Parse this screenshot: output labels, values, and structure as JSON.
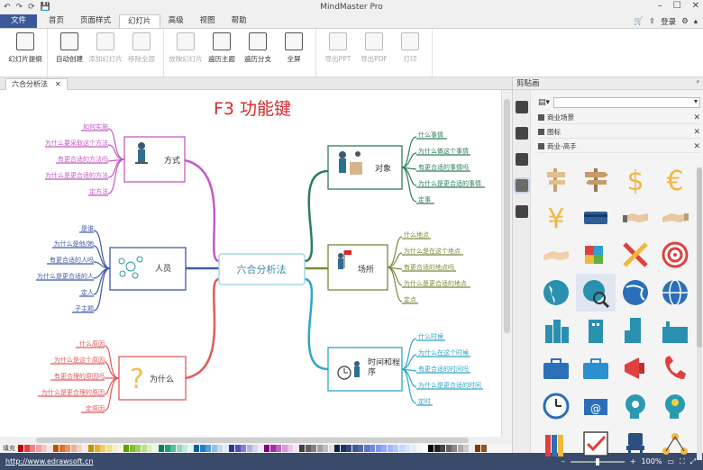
{
  "app": {
    "title": "MindMaster Pro",
    "quick_access": [
      "↶",
      "↷",
      "⟳",
      "💾"
    ]
  },
  "menu": {
    "tabs": [
      "文件",
      "首页",
      "页面样式",
      "幻灯片",
      "高级",
      "视图",
      "帮助"
    ],
    "active": "幻灯片",
    "login_label": "登录"
  },
  "ribbon": {
    "groups": [
      [
        {
          "label": "幻灯片提纲",
          "enabled": true
        }
      ],
      [
        {
          "label": "自动创建",
          "enabled": true
        },
        {
          "label": "添加幻灯片",
          "enabled": false
        },
        {
          "label": "移除全部",
          "enabled": false
        }
      ],
      [
        {
          "label": "放映幻灯片",
          "enabled": false
        },
        {
          "label": "遍历主题",
          "enabled": true
        },
        {
          "label": "遍历分支",
          "enabled": true
        },
        {
          "label": "全屏",
          "enabled": true
        }
      ],
      [
        {
          "label": "导出PPT",
          "enabled": false
        },
        {
          "label": "导出PDF",
          "enabled": false
        },
        {
          "label": "打印",
          "enabled": false
        }
      ]
    ]
  },
  "document": {
    "tab_label": "六合分析法",
    "close_glyph": "✕",
    "banner": "F3 功能键",
    "center": "六合分析法",
    "branches": {
      "method": {
        "title": "方式",
        "items": [
          "如何实施",
          "为什么要采取这个方法",
          "有更合适的方法吗",
          "为什么是更合适的方法",
          "定方法"
        ]
      },
      "people": {
        "title": "人员",
        "items": [
          "是谁",
          "为什么是他/她",
          "有更合适的人吗",
          "为什么是更合适的人",
          "定人",
          "子主题"
        ]
      },
      "why": {
        "title": "为什么",
        "items": [
          "什么原因",
          "为什么是这个原因",
          "有更合理的原因吗",
          "为什么是更合理的原因",
          "定原因"
        ]
      },
      "object": {
        "title": "对象",
        "items": [
          "什么事情",
          "为什么做这个事情",
          "有更合适的事情吗",
          "为什么是更合适的事情",
          "定事"
        ]
      },
      "place": {
        "title": "场所",
        "items": [
          "什么地点",
          "为什么是在这个地点",
          "有更合适的地点吗",
          "为什么是更合适的地点",
          "定点"
        ]
      },
      "time": {
        "title": "时间和程序",
        "items": [
          "什么时候",
          "为什么在这个时候",
          "有更合适的时间吗",
          "为什么是更合适的时间",
          "定时"
        ]
      }
    }
  },
  "palette": {
    "label": "填充",
    "colors": [
      "#c00000",
      "#e04040",
      "#f08080",
      "#f0a0a0",
      "#f6c7c7",
      "#fbe2e2",
      "#c05000",
      "#e07030",
      "#f09060",
      "#f0b090",
      "#f6d1bf",
      "#fbe8df",
      "#c09000",
      "#e0b030",
      "#f0d060",
      "#f0e090",
      "#f6efbf",
      "#fbf7df",
      "#60a000",
      "#80c030",
      "#a0d060",
      "#c0e090",
      "#dff0bf",
      "#eff7df",
      "#008060",
      "#20a080",
      "#50c0a0",
      "#90d8c0",
      "#bfe8dc",
      "#dff4ee",
      "#0060a0",
      "#2080c0",
      "#50a0d8",
      "#90c0e8",
      "#bfdaf2",
      "#dfedf8",
      "#3030a0",
      "#5050c0",
      "#8080d8",
      "#b0b0e8",
      "#d4d4f2",
      "#eaeaf8",
      "#800080",
      "#a030a0",
      "#c060c0",
      "#d898d8",
      "#ebc6eb",
      "#f5e3f5",
      "#404040",
      "#606060",
      "#808080",
      "#a0a0a0",
      "#c0c0c0",
      "#e0e0e0",
      "#102040",
      "#203060",
      "#304878",
      "#405890",
      "#5068a8",
      "#6078c0",
      "#7088d8",
      "#8098f0",
      "#90a8ff",
      "#a0b8ff",
      "#b0c8ff",
      "#c0d8ff",
      "#d0e8ff",
      "#e0f0ff",
      "#f0f8ff",
      "#ffffff",
      "#000000",
      "#222222",
      "#444444",
      "#666666",
      "#888888",
      "#aaaaaa",
      "#cccccc",
      "#eeeeee",
      "#7a3d00",
      "#99541f",
      "#b86b3d"
    ]
  },
  "status": {
    "url": "http://www.edrawsoft.cn",
    "zoom": "100%"
  },
  "sidebar": {
    "title": "剪贴画",
    "pin": "ᴾ",
    "search_placeholder": "",
    "categories": [
      "商业场景",
      "图标",
      "商业-高手"
    ],
    "icons": [
      "chinese-sign-icon",
      "signpost-icon",
      "dollar-icon",
      "euro-icon",
      "yen-icon",
      "credit-card-icon",
      "handshake-icon",
      "handshake-2-icon",
      "handshake-3-icon",
      "puzzle-icon",
      "crossed-arrows-icon",
      "target-icon",
      "globe-icon",
      "globe-search-icon",
      "globe-2-icon",
      "globe-3-icon",
      "city-icon",
      "building-icon",
      "tower-icon",
      "factory-icon",
      "briefcase-icon",
      "briefcase-2-icon",
      "megaphone-icon",
      "phone-icon",
      "clock-icon",
      "email-icon",
      "head-gears-icon",
      "head-bulb-icon",
      "books-icon",
      "checkmark-icon",
      "chair-icon",
      "network-icon"
    ]
  }
}
